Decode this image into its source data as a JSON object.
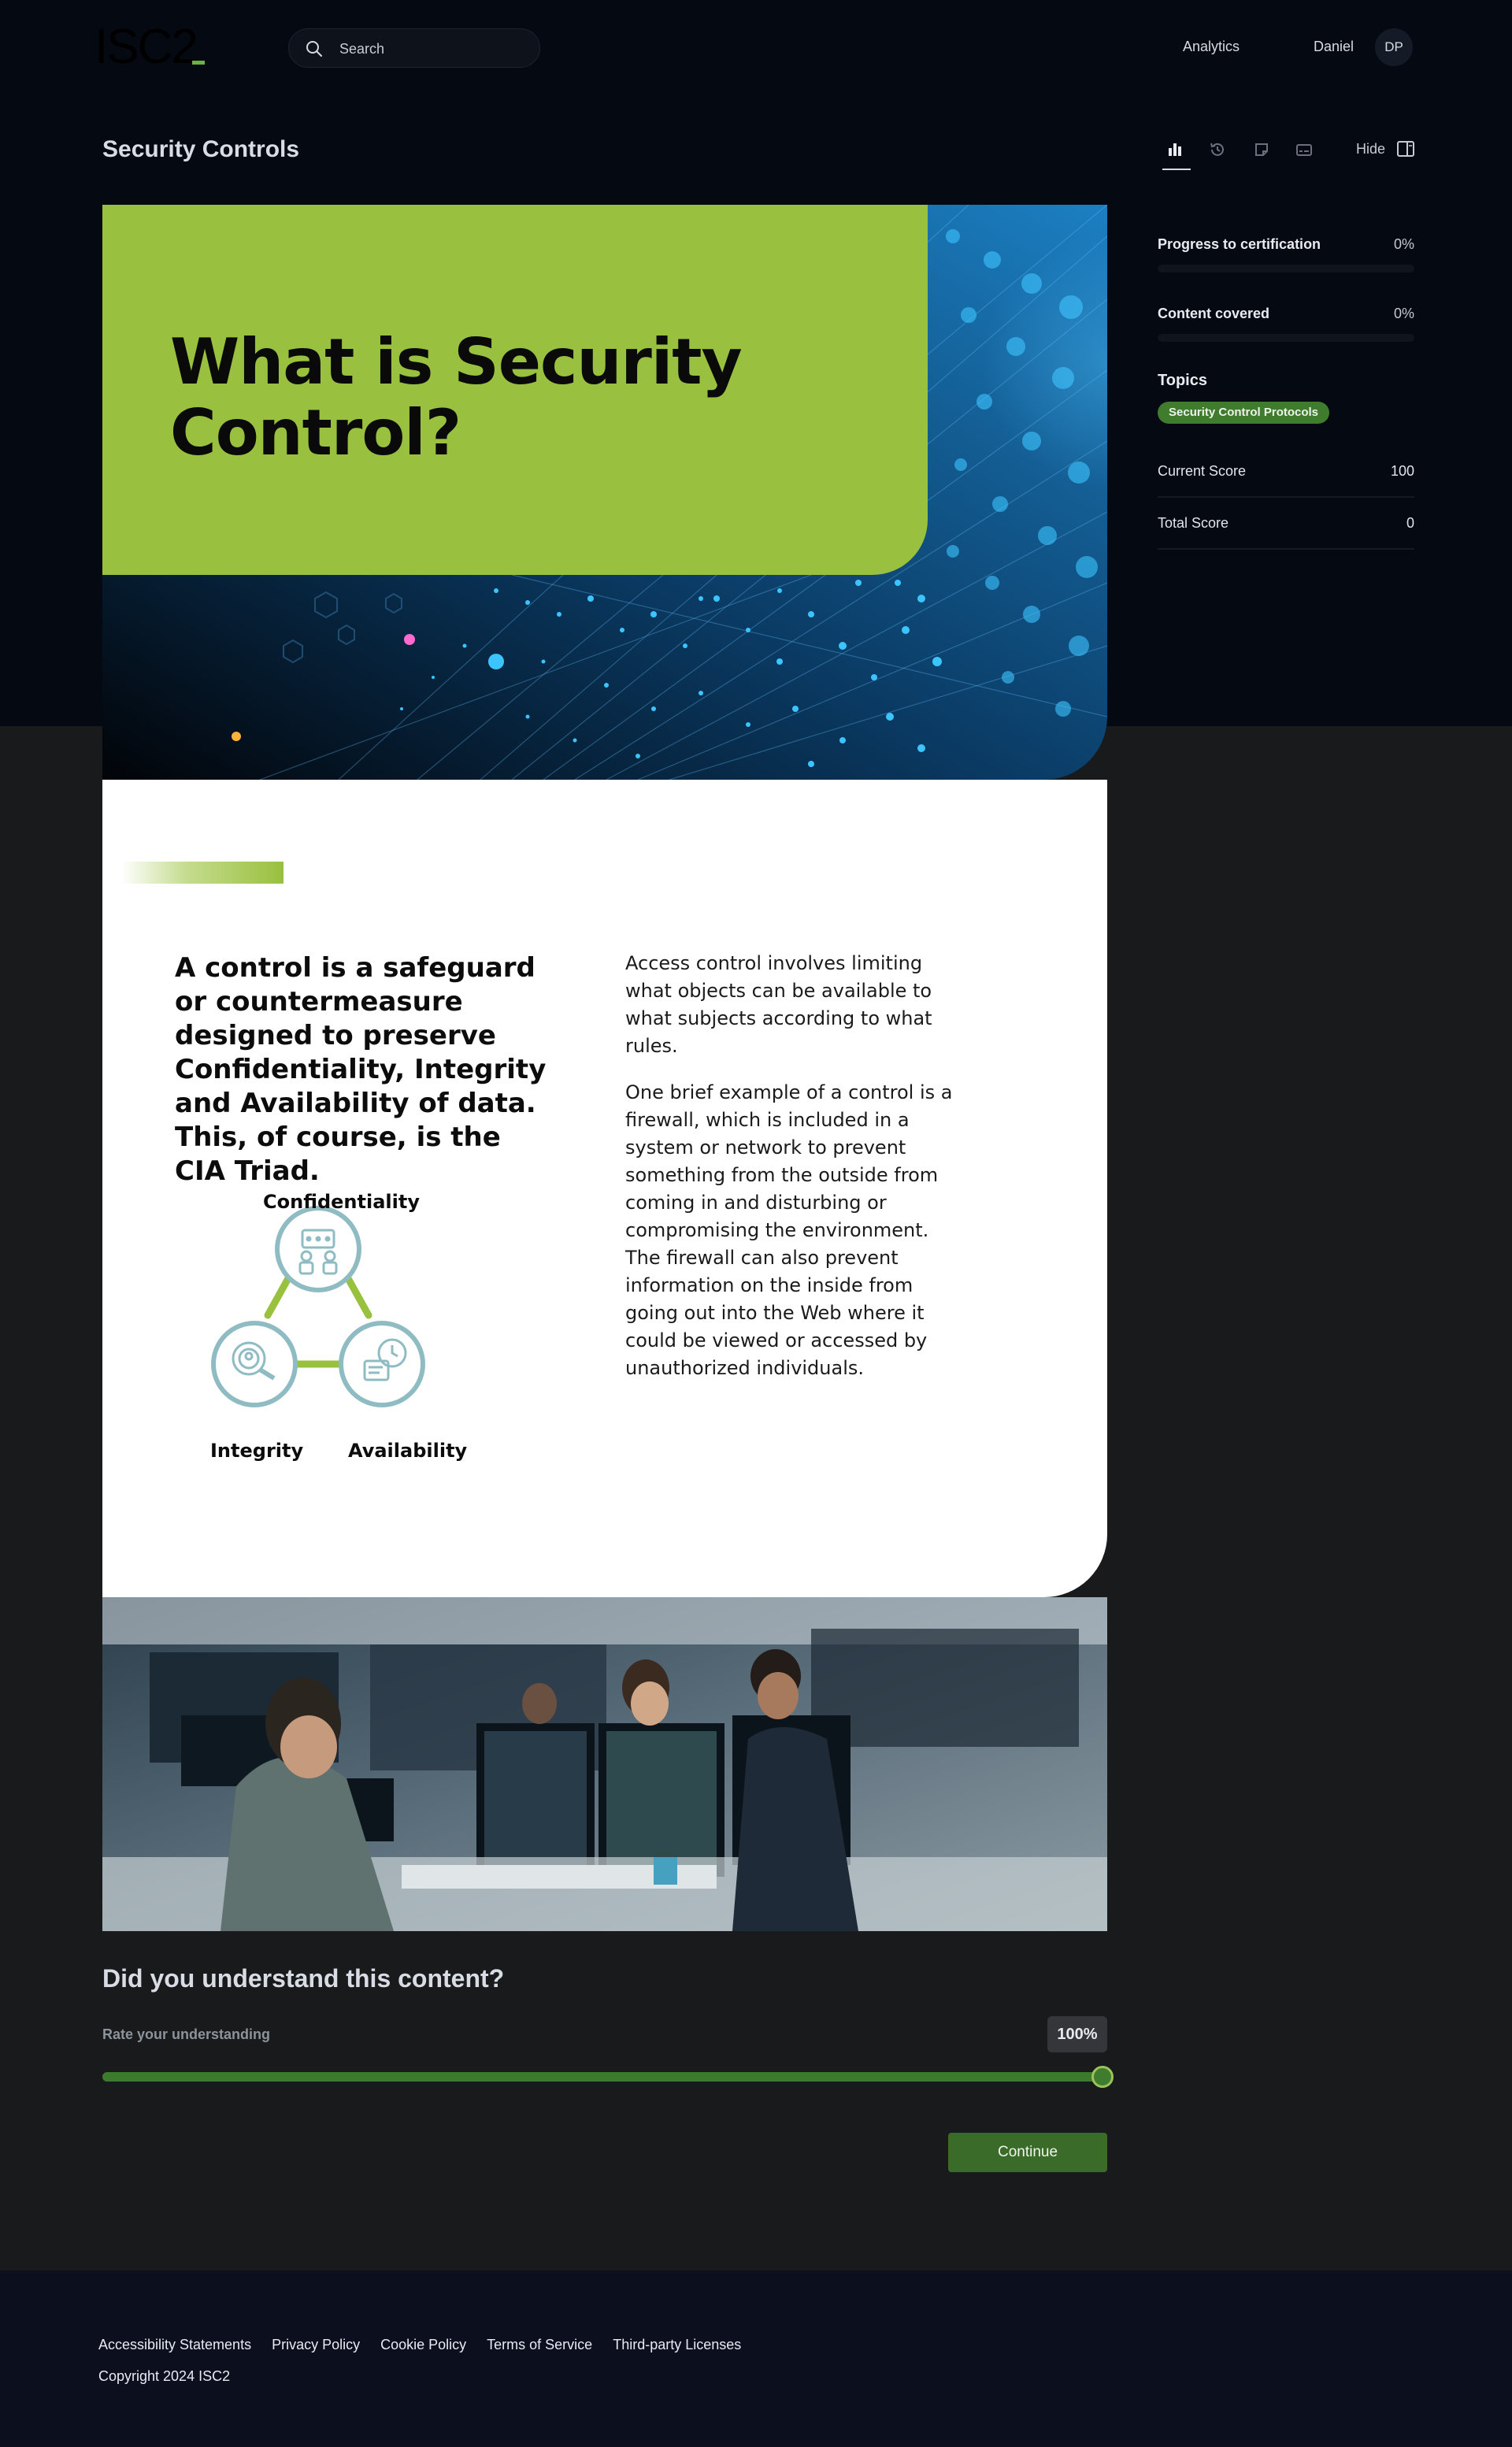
{
  "header": {
    "logo": "ISC2",
    "search_placeholder": "Search",
    "nav_analytics": "Analytics",
    "user_name": "Daniel",
    "user_initials": "DP"
  },
  "page": {
    "title": "Security Controls",
    "toolbar": {
      "icons": [
        "bar-chart-icon",
        "history-icon",
        "note-icon",
        "captions-icon"
      ],
      "hide_label": "Hide"
    }
  },
  "sidebar": {
    "progress": [
      {
        "label": "Progress to certification",
        "value": "0%",
        "fraction": 0
      },
      {
        "label": "Content covered",
        "value": "0%",
        "fraction": 0
      }
    ],
    "topics_label": "Topics",
    "topic_badge": "Security Control Protocols",
    "scores": [
      {
        "label": "Current Score",
        "value": "100"
      },
      {
        "label": "Total Score",
        "value": "0"
      }
    ]
  },
  "lesson": {
    "hero_title_line1": "What is Security",
    "hero_title_line2": "Control?",
    "lead_text": "A control is a safeguard or countermeasure designed to preserve Confidentiality, Integrity and Availability of data. This, of course, is the CIA Triad.",
    "paragraph1": "Access control involves limiting what objects can be available to what subjects according to what rules.",
    "paragraph2": "One brief example of a control is a firewall, which is included in a system or network to prevent something from the outside from coming in and disturbing or compromising the environment. The firewall can also prevent information on the inside from going out into the Web where it could be viewed or accessed by unauthorized individuals.",
    "cia": {
      "confidentiality": "Confidentiality",
      "integrity": "Integrity",
      "availability": "Availability"
    }
  },
  "question": {
    "title": "Did you understand this content?",
    "rate_label": "Rate your understanding",
    "rate_value": "100%",
    "rate_fraction": 1.0,
    "continue_label": "Continue"
  },
  "footer": {
    "links": [
      "Accessibility Statements",
      "Privacy Policy",
      "Cookie Policy",
      "Terms of Service",
      "Third-party Licenses"
    ],
    "copyright": "Copyright 2024 ISC2"
  },
  "colors": {
    "brand_green": "#99c03e",
    "button_green": "#3a6b28",
    "background_dark": "#050912"
  }
}
